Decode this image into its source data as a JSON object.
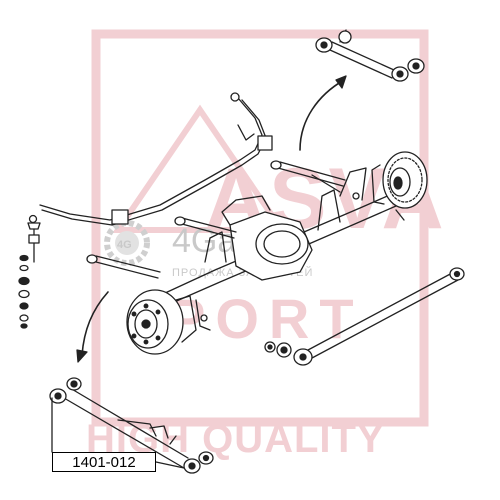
{
  "watermark": {
    "brand_top": "ASVA",
    "brand_bottom": "PORT",
    "tagline": "HIGH QUALITY",
    "site_name": "4Garage",
    "site_subtitle": "ПРОДАЖА ЗАПЧАСТЕЙ",
    "site_logo_text": "4G"
  },
  "part_number": "1401-012",
  "colors": {
    "watermark_red": "#f2cfd3",
    "watermark_gray": "#c9c9c9",
    "line_art": "#222222"
  }
}
